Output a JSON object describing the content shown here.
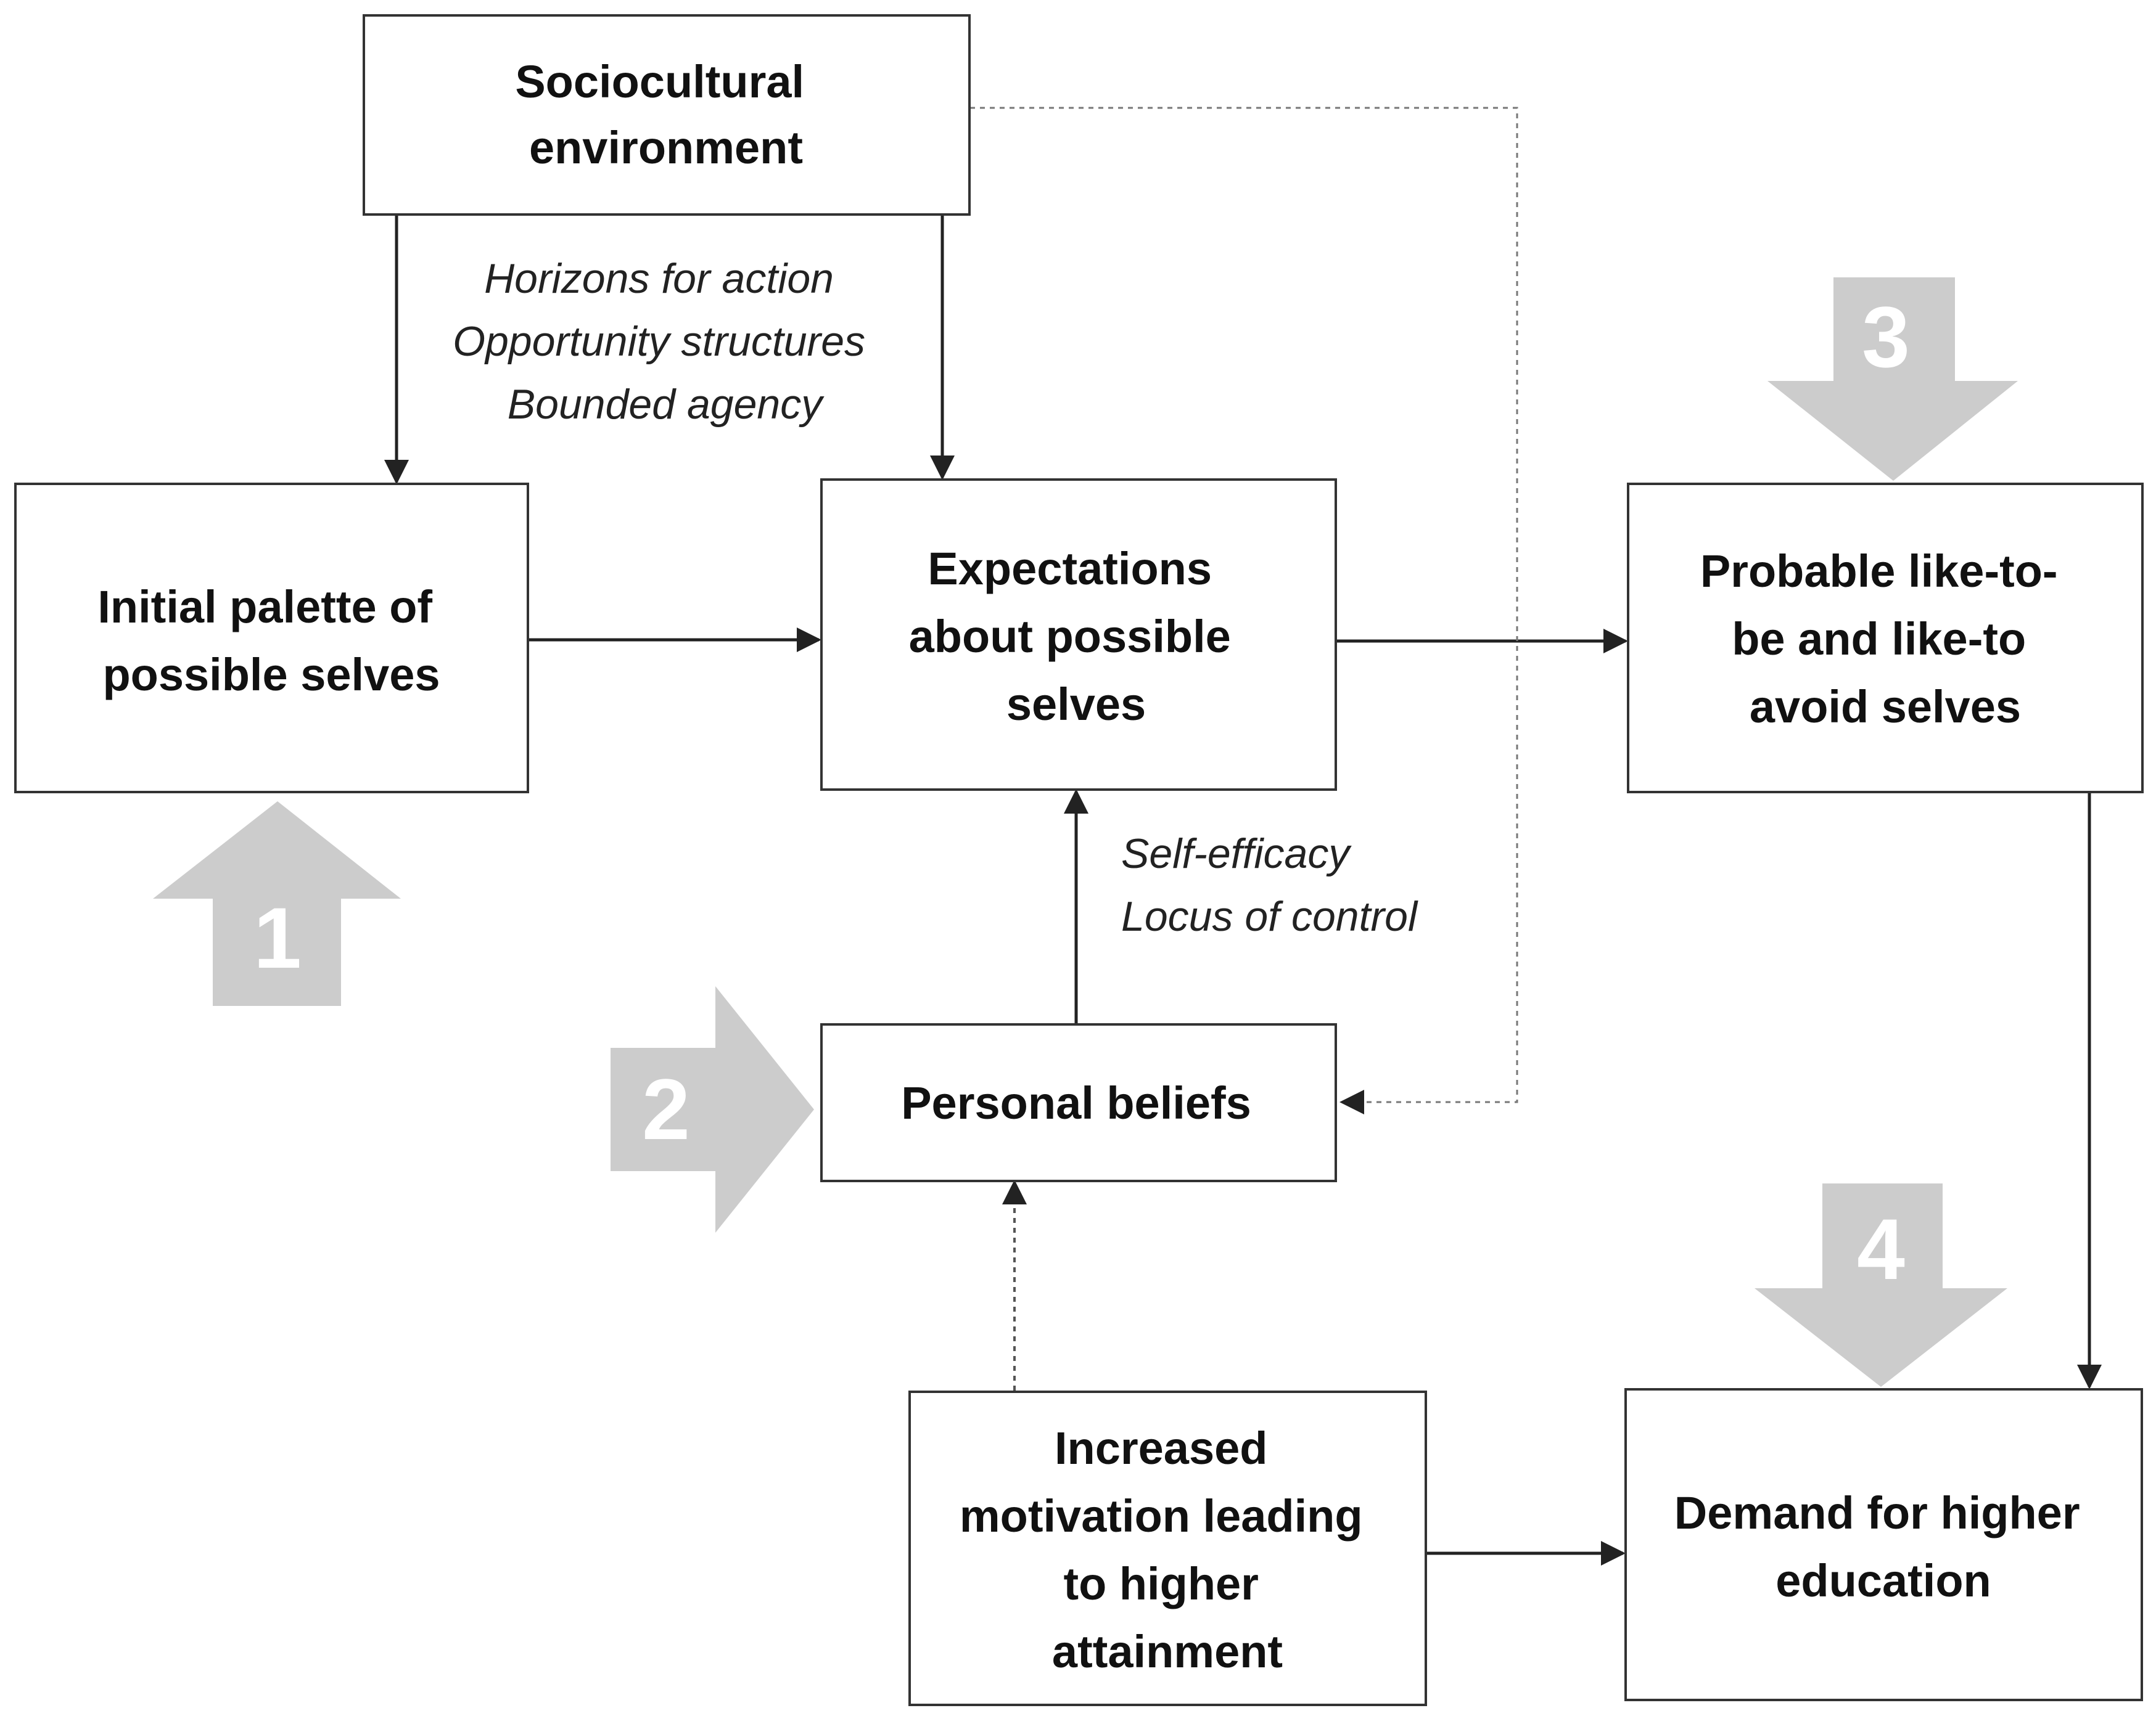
{
  "boxes": {
    "sociocultural": [
      "Sociocultural",
      "environment"
    ],
    "initial_palette": [
      "Initial palette of",
      "possible selves"
    ],
    "expectations": [
      "Expectations",
      "about possible",
      "selves"
    ],
    "probable": [
      "Probable like-to-",
      "be and like-to",
      "avoid selves"
    ],
    "personal_beliefs": [
      "Personal beliefs"
    ],
    "increased_motivation": [
      "Increased",
      "motivation leading",
      "to higher",
      "attainment"
    ],
    "demand": [
      "Demand for higher",
      "education"
    ]
  },
  "annotations": {
    "sociocultural_factors": [
      "Horizons for action",
      "Opportunity structures",
      "Bounded agency"
    ],
    "belief_factors": [
      "Self-efficacy",
      "Locus of control"
    ]
  },
  "steps": [
    "1",
    "2",
    "3",
    "4"
  ],
  "colors": {
    "step_arrow": "#cccccc",
    "line": "#222222",
    "box_border": "#333333"
  }
}
